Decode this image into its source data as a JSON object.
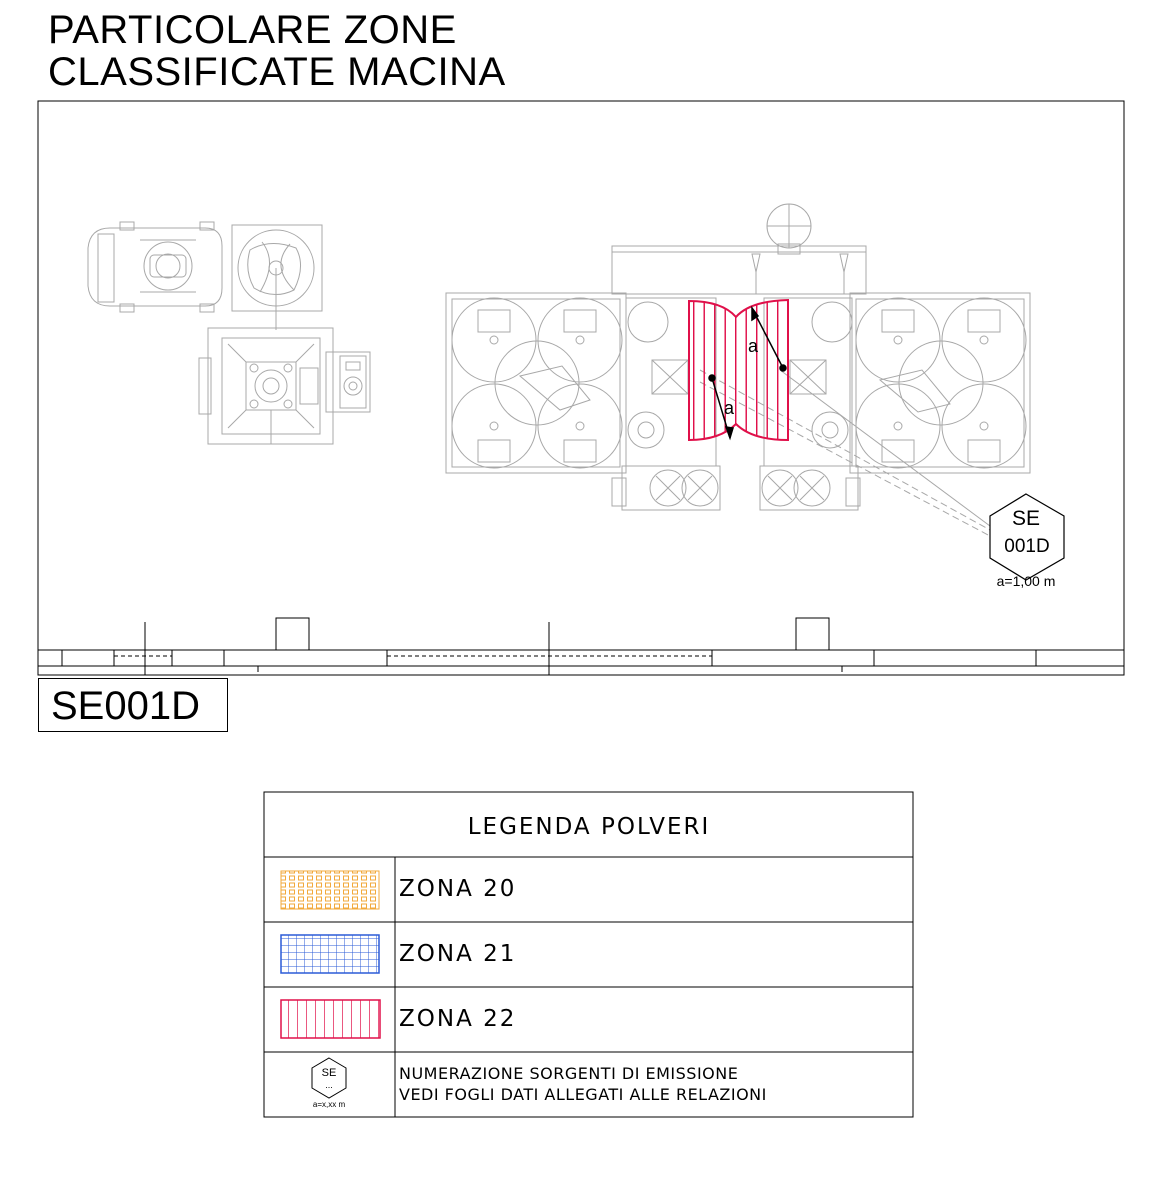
{
  "title": {
    "line1": "PARTICOLARE ZONE",
    "line2": "CLASSIFICATE  MACINA"
  },
  "drawing": {
    "tag": "SE001D",
    "dim_label": "a",
    "emission_source": {
      "code_top": "SE",
      "code_bottom": "001D",
      "distance": "a=1,00 m"
    }
  },
  "legend": {
    "title": "LEGENDA POLVERI",
    "rows": [
      {
        "label": "ZONA 20",
        "pattern": "dots",
        "color": "#f2a93b"
      },
      {
        "label": "ZONA 21",
        "pattern": "grid",
        "color": "#2b5bd7"
      },
      {
        "label": "ZONA 22",
        "pattern": "lines",
        "color": "#e0104a"
      }
    ],
    "se_symbol": {
      "code": "SE",
      "dots": "...",
      "caption": "a=x,xx m"
    },
    "se_description": {
      "line1": "NUMERAZIONE  SORGENTI  DI  EMISSIONE",
      "line2": "VEDI  FOGLI  DATI  ALLEGATI  ALLE  RELAZIONI"
    }
  },
  "colors": {
    "zone22": "#e0104a",
    "machine": "#a8a8a8",
    "frame": "#000000"
  }
}
